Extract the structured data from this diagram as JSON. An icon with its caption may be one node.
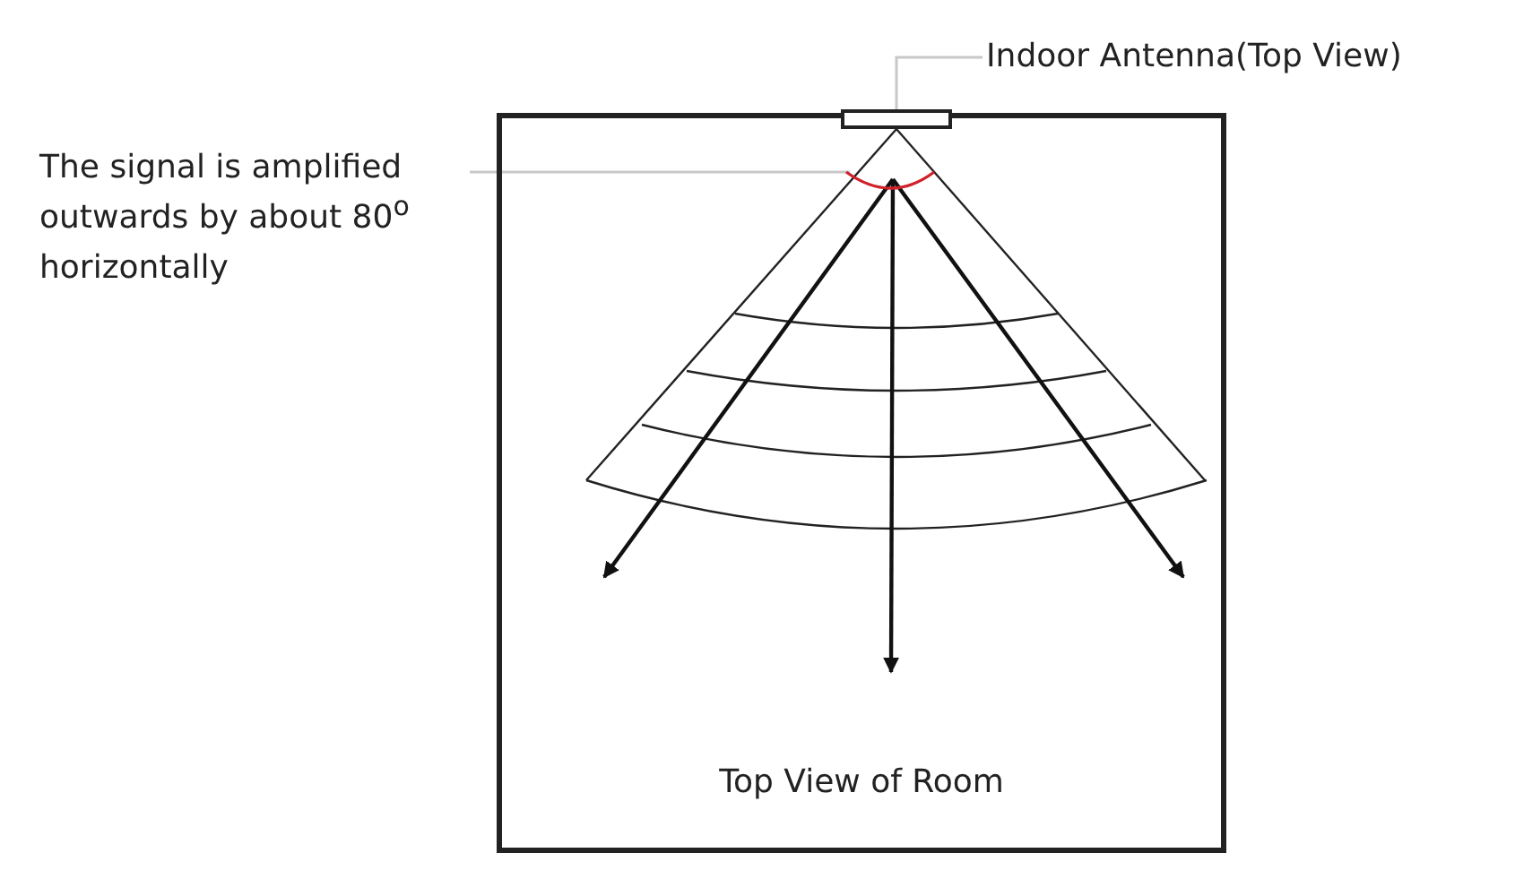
{
  "diagram": {
    "nodes": [
      {
        "text": [
          "Top View of Room"
        ]
      },
      {
        "text": [
          "Indoor Antenna(Top View)"
        ]
      },
      {
        "text": [],
        "shape": "box"
      },
      {
        "text": [
          "The signal is amplified outwards by about 80$^{o}$ horizontally"
        ]
      },
      {
        "text": [],
        "shape": "arc",
        "in": 0
      }
    ],
    "edges": [
      {
        "from": 1,
        "to": 2,
        "arrow": "none"
      },
      {
        "from": 3,
        "to": 4,
        "arrow": "none"
      }
    ]
  }
}
